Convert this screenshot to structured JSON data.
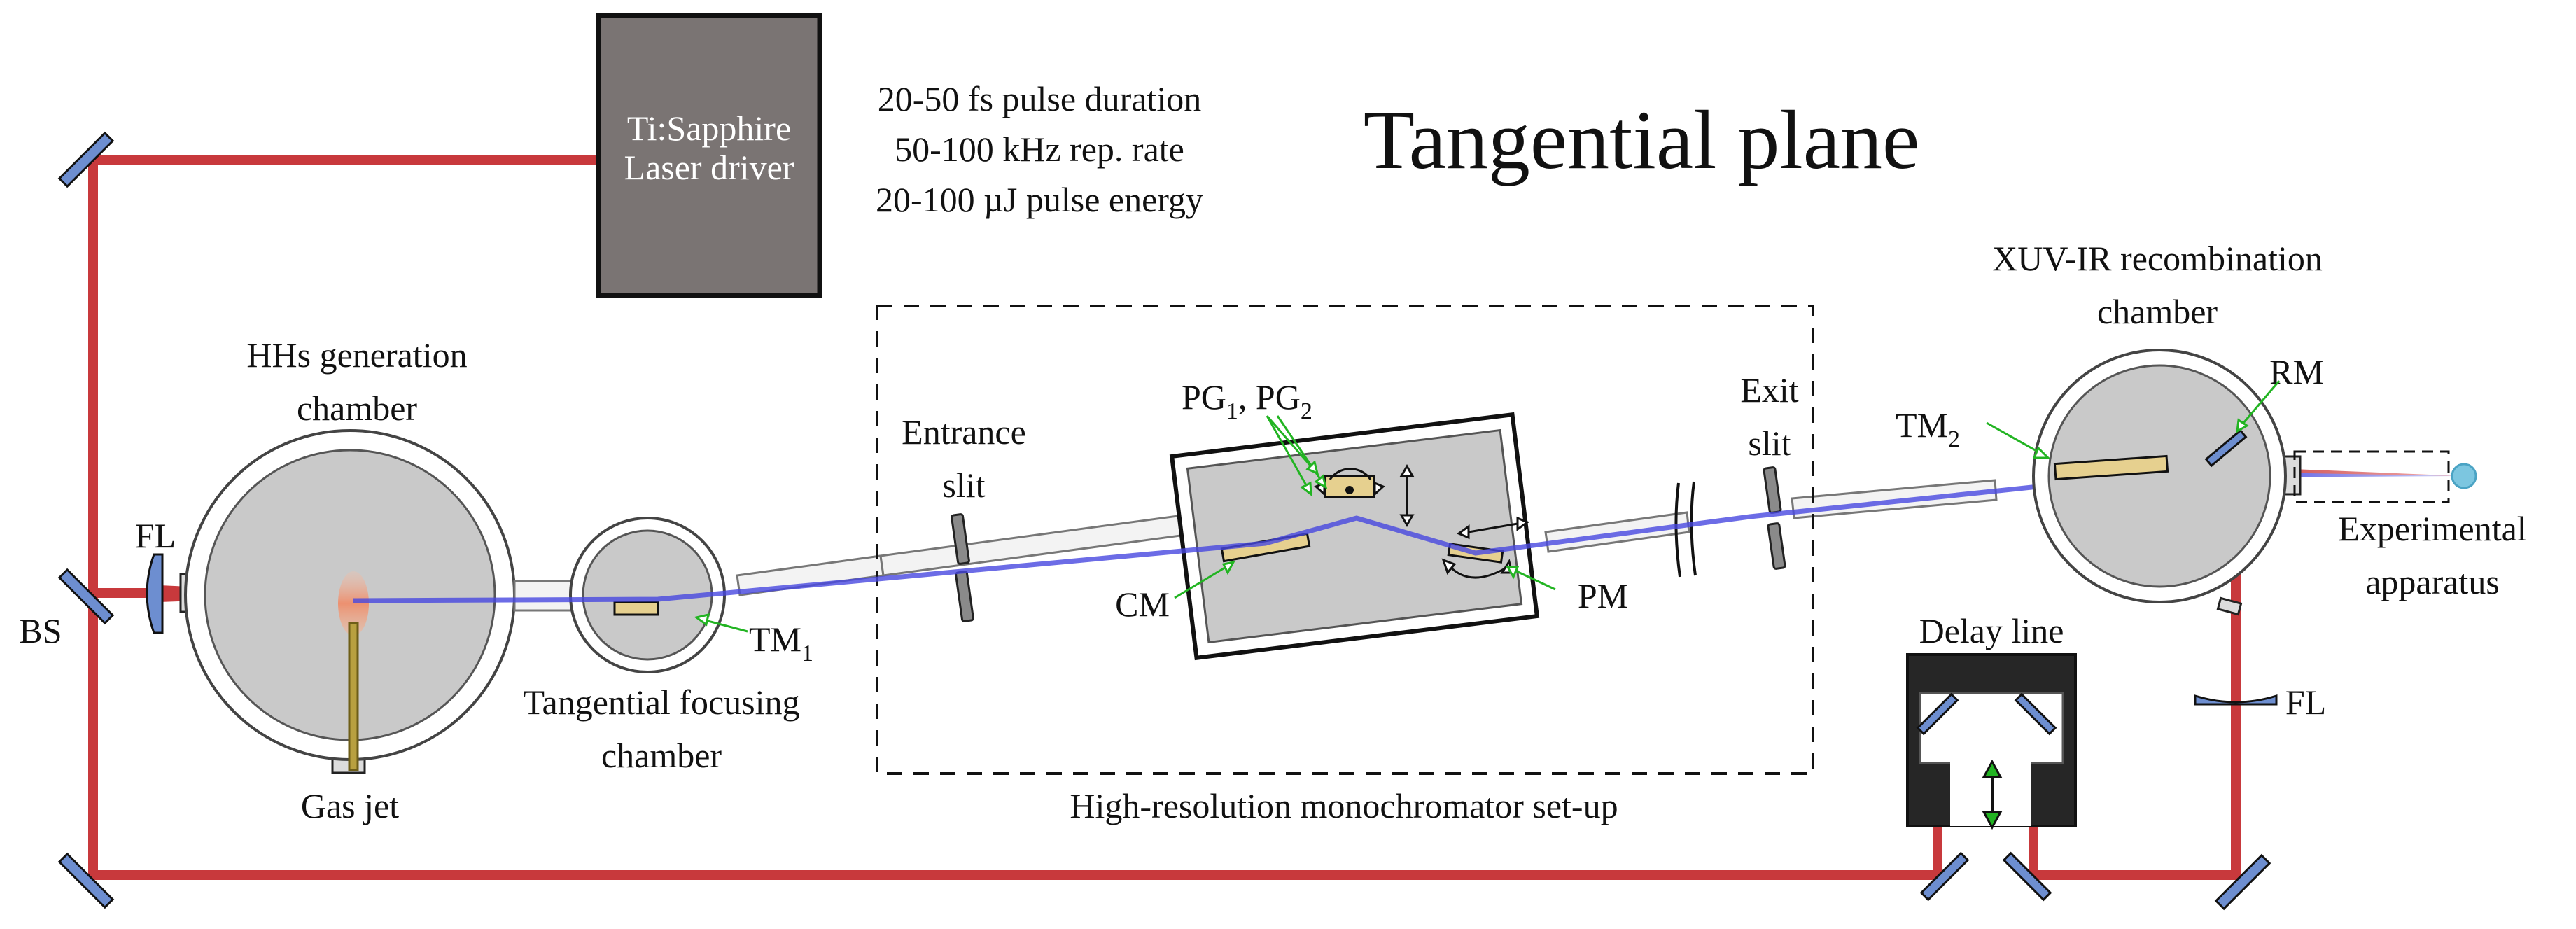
{
  "title": "Tangential plane",
  "laser": {
    "name_line1": "Ti:Sapphire",
    "name_line2": "Laser driver",
    "spec_line1": "20-50 fs pulse duration",
    "spec_line2": "50-100 kHz rep. rate",
    "spec_line3": "20-100 µJ pulse energy"
  },
  "labels": {
    "bs": "BS",
    "fl_left": "FL",
    "hhg_line1": "HHs generation",
    "hhg_line2": "chamber",
    "gas_jet": "Gas jet",
    "tm1_main": "TM",
    "tm1_sub": "1",
    "tfc_line1": "Tangential focusing",
    "tfc_line2": "chamber",
    "entrance_line1": "Entrance",
    "entrance_line2": "slit",
    "pg_main1": "PG",
    "pg_sub1": "1",
    "pg_sep": ", PG",
    "pg_sub2": "2",
    "cm": "CM",
    "pm": "PM",
    "exit_line1": "Exit",
    "exit_line2": "slit",
    "mono": "High-resolution monochromator set-up",
    "delay": "Delay line",
    "xuv_line1": "XUV-IR recombination",
    "xuv_line2": "chamber",
    "tm2_main": "TM",
    "tm2_sub": "2",
    "rm": "RM",
    "exp_line1": "Experimental",
    "exp_line2": "apparatus",
    "fl_right": "FL"
  },
  "colors": {
    "ir_beam": "#c8393c",
    "xuv_beam": "#4747e0",
    "chamber_fill": "#c9c9c9",
    "laser_box": "#7a7473",
    "mirror": "#6d8ed0",
    "optic": "#e6d08f",
    "arrow_green": "#22b422",
    "delay_box": "#262626"
  }
}
